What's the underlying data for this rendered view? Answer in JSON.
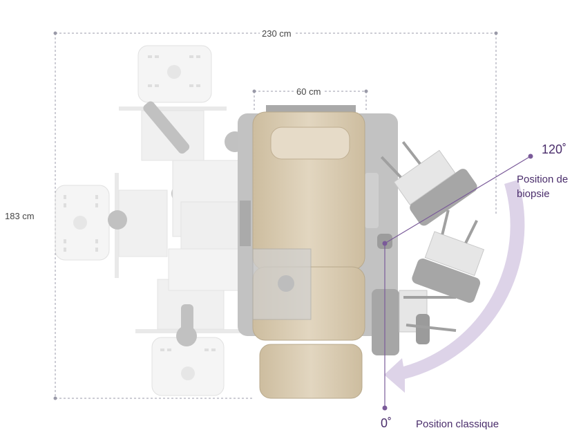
{
  "dimensions": {
    "total_width": "230 cm",
    "seat_width": "60 cm",
    "total_depth": "183 cm"
  },
  "angles": {
    "biopsy_angle": "120˚",
    "classic_angle": "0˚"
  },
  "positions": {
    "biopsy_line1": "Position de",
    "biopsy_line2": "biopsie",
    "classic": "Position classique"
  },
  "colors": {
    "accent": "#4a2d6b",
    "arrow_fill": "#ddd3e8",
    "seat_fill": "#d9cbb0",
    "frame_gray": "#b7b7b7"
  }
}
